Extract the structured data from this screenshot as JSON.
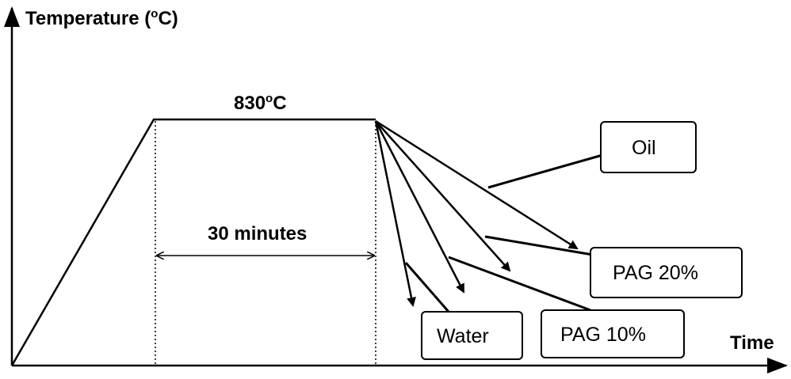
{
  "axes": {
    "y_label": "Temperature (",
    "y_label_sup": "o",
    "y_label_end": "C)",
    "x_label": "Time"
  },
  "hold": {
    "temp_value": "830",
    "temp_sup": "o",
    "temp_unit": "C",
    "duration": "30 minutes"
  },
  "quench_media": [
    {
      "key": "oil",
      "label": "Oil"
    },
    {
      "key": "pag20",
      "label": "PAG 20%"
    },
    {
      "key": "pag10",
      "label": "PAG 10%"
    },
    {
      "key": "water",
      "label": "Water"
    }
  ]
}
